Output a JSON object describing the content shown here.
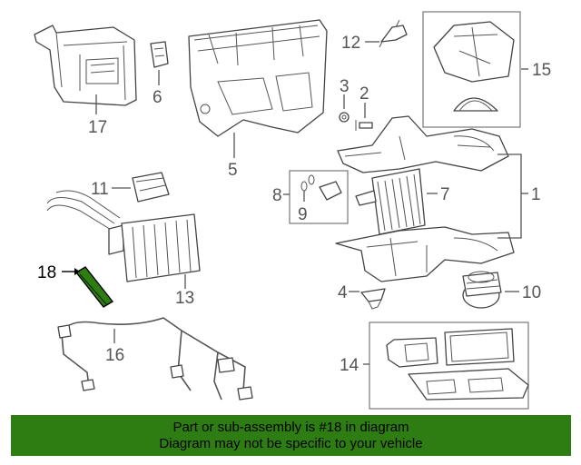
{
  "callouts": {
    "p1": "1",
    "p2": "2",
    "p3": "3",
    "p4": "4",
    "p5": "5",
    "p6": "6",
    "p7": "7",
    "p8": "8",
    "p9": "9",
    "p10": "10",
    "p11": "11",
    "p12": "12",
    "p13": "13",
    "p14": "14",
    "p15": "15",
    "p16": "16",
    "p17": "17",
    "p18": "18"
  },
  "highlight": {
    "part": "18",
    "color": "#2e7d12"
  },
  "banner": {
    "line1": "Part or sub-assembly is #18 in diagram",
    "line2": "Diagram may not be specific to your vehicle",
    "background": "#2e7d12"
  }
}
